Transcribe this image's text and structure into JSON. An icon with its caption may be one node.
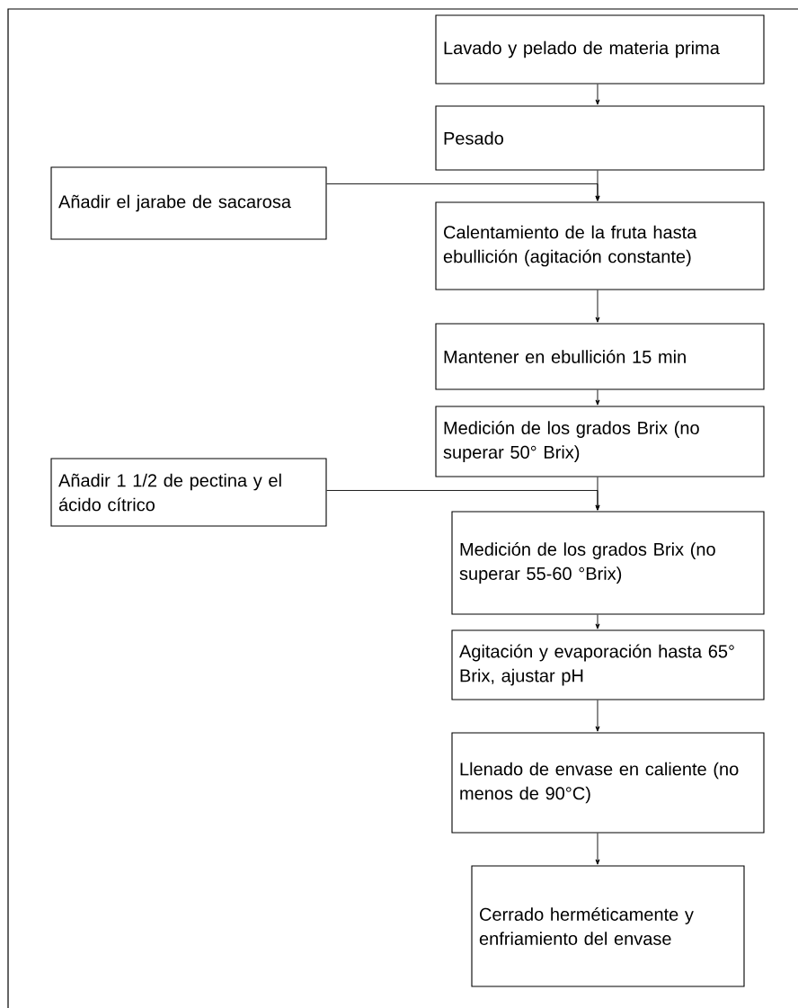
{
  "diagram": {
    "nodes": [
      {
        "text": [
          "Lavado y pelado de materia prima"
        ]
      },
      {
        "text": [
          "Pesado"
        ]
      },
      {
        "text": [
          "Añadir el jarabe de sacarosa"
        ]
      },
      {
        "text": [
          "Calentamiento de la fruta hasta ebullición (agitación constante)"
        ]
      },
      {
        "text": [
          "Mantener en ebullición 15 min"
        ]
      },
      {
        "text": [
          "Medición de los grados Brix (no superar 50° Brix)"
        ]
      },
      {
        "text": [
          "Añadir 1 1/2 de pectina y el ácido cítrico"
        ]
      },
      {
        "text": [
          "Medición de los grados Brix (no superar 55-60 °Brix)"
        ]
      },
      {
        "text": [
          "Agitación y evaporación hasta 65° Brix, ajustar pH"
        ]
      },
      {
        "text": [
          "Llenado de envase en caliente (no menos de 90°C)"
        ]
      },
      {
        "text": [
          "Cerrado herméticamente y enfriamiento del envase"
        ]
      }
    ],
    "edges": [
      {
        "from": 0,
        "to": 1,
        "arrow": "to"
      },
      {
        "from": 1,
        "to": 3,
        "arrow": "to"
      },
      {
        "from": 2,
        "to": 3,
        "arrow": "to"
      },
      {
        "from": 3,
        "to": 4,
        "arrow": "to"
      },
      {
        "from": 4,
        "to": 5,
        "arrow": "to"
      },
      {
        "from": 5,
        "to": 7,
        "arrow": "to"
      },
      {
        "from": 6,
        "to": 7,
        "arrow": "to"
      },
      {
        "from": 7,
        "to": 8,
        "arrow": "to"
      },
      {
        "from": 8,
        "to": 9,
        "arrow": "to"
      },
      {
        "from": 9,
        "to": 10,
        "arrow": "to"
      }
    ]
  }
}
